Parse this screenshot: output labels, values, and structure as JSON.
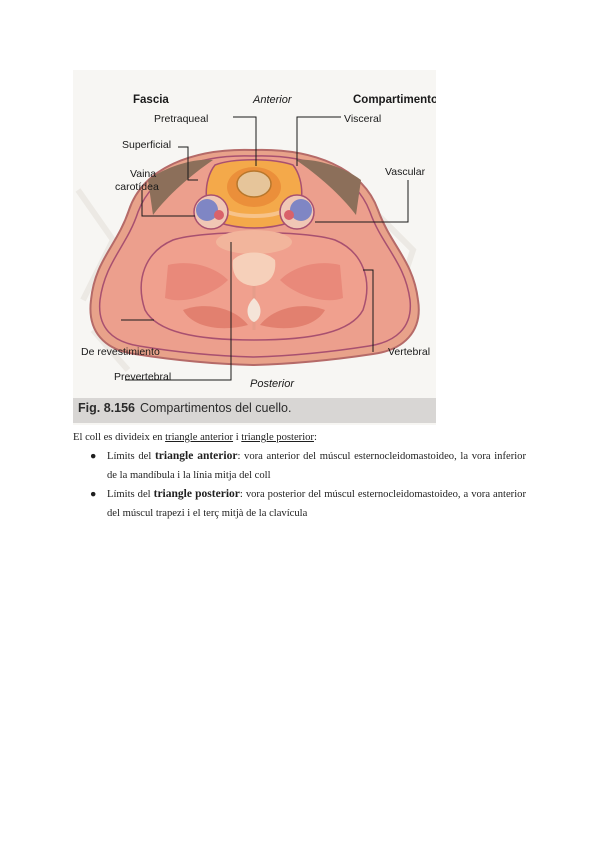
{
  "figure": {
    "headings": {
      "fascia": "Fascia",
      "anterior": "Anterior",
      "compartments": "Compartimentos",
      "posterior": "Posterior"
    },
    "labels": {
      "pretracheal": "Pretraqueal",
      "superficial": "Superficial",
      "carotid_line1": "Vaina",
      "carotid_line2": "carotídea",
      "investing": "De revestimiento",
      "prevertebral": "Prevertebral",
      "visceral": "Visceral",
      "vascular": "Vascular",
      "vertebral": "Vertebral"
    },
    "caption": {
      "number": "Fig. 8.156",
      "text": "Compartimentos del cuello."
    },
    "colors": {
      "skin": "#e8a28a",
      "muscle": "#e58e7c",
      "visceral": "#f4a94a",
      "vessel_blue": "#7f86c4",
      "vessel_red": "#d9626a"
    }
  },
  "text": {
    "intro_prefix": "El coll es divideix en ",
    "intro_link1": "triangle anterior",
    "intro_mid": " i ",
    "intro_link2": "triangle posterior",
    "intro_suffix": ":",
    "bullets": [
      {
        "prefix": "Límits del ",
        "term": "triangle anterior",
        "rest": ": vora anterior del múscul esternocleidomastoideo, la vora inferior de la mandíbula i la línia mitja del coll"
      },
      {
        "prefix": "Límits del ",
        "term": "triangle posterior",
        "rest": ": vora posterior del múscul esternocleidomastoideo, a vora anterior del múscul trapezi i el terç mitjà de la clavícula"
      }
    ]
  }
}
